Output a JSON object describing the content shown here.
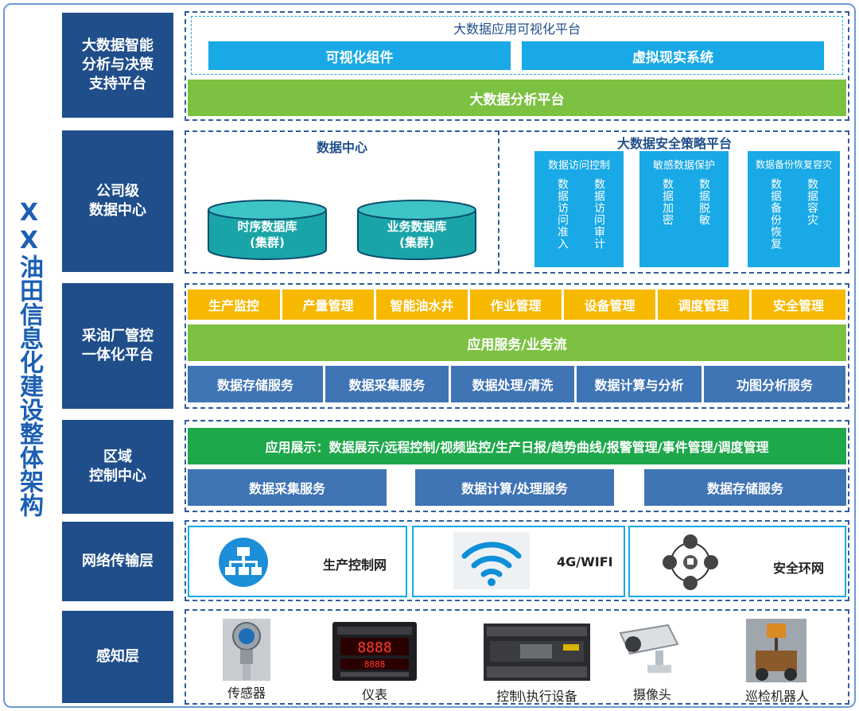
{
  "title": "XX油田信息化建设整体架构",
  "layers": {
    "l1": "大数据智能\n分析与决策\n支持平台",
    "l2": "公司级\n数据中心",
    "l3": "采油厂管控\n一体化平台",
    "l4": "区域\n控制中心",
    "l5": "网络传输层",
    "l6": "感知层"
  },
  "bigdata": {
    "viz_platform": "大数据应用可视化平台",
    "viz_component": "可视化组件",
    "vr_system": "虚拟现实系统",
    "analysis_platform": "大数据分析平台"
  },
  "datacenter": {
    "title": "数据中心",
    "db1": "时序数据库\n(集群)",
    "db2": "业务数据库\n(集群)",
    "security_title": "大数据安全策略平台",
    "sec1": {
      "title": "数据访问控制",
      "c1": "数据访问准入",
      "c2": "数据访问审计"
    },
    "sec2": {
      "title": "敏感数据保护",
      "c1": "数据加密",
      "c2": "数据脱敏"
    },
    "sec3": {
      "title": "数据备份恢复容灾",
      "c1": "数据备份恢复",
      "c2": "数据容灾"
    }
  },
  "platform": {
    "apps": [
      "生产监控",
      "产量管理",
      "智能油水井",
      "作业管理",
      "设备管理",
      "调度管理",
      "安全管理"
    ],
    "service_flow": "应用服务/业务流",
    "services": [
      "数据存储服务",
      "数据采集服务",
      "数据处理/清洗",
      "数据计算与分析",
      "功图分析服务"
    ]
  },
  "regional": {
    "display": "应用展示：数据展示/远程控制/视频监控/生产日报/趋势曲线/报警管理/事件管理/调度管理",
    "services": [
      "数据采集服务",
      "数据计算/处理服务",
      "数据存储服务"
    ]
  },
  "network": {
    "items": [
      {
        "label": "生产控制网",
        "icon": "network-topology-icon"
      },
      {
        "label": "4G/WIFI",
        "icon": "wifi-icon"
      },
      {
        "label": "安全环网",
        "icon": "security-ring-icon"
      }
    ]
  },
  "perception": {
    "devices": [
      {
        "label": "传感器",
        "icon": "pressure-sensor-icon"
      },
      {
        "label": "仪表",
        "icon": "meter-icon"
      },
      {
        "label": "控制\\执行设备",
        "icon": "plc-controller-icon"
      },
      {
        "label": "摄像头",
        "icon": "camera-icon"
      },
      {
        "label": "巡检机器人",
        "icon": "inspection-robot-icon"
      }
    ]
  },
  "colors": {
    "label_bg": "#1f4e8a",
    "cyan": "#18a9e6",
    "light_green": "#7dc142",
    "yellow": "#f7b800",
    "service_blue": "#3f74b5",
    "green": "#1ea84b",
    "title": "#1c5fb4"
  }
}
